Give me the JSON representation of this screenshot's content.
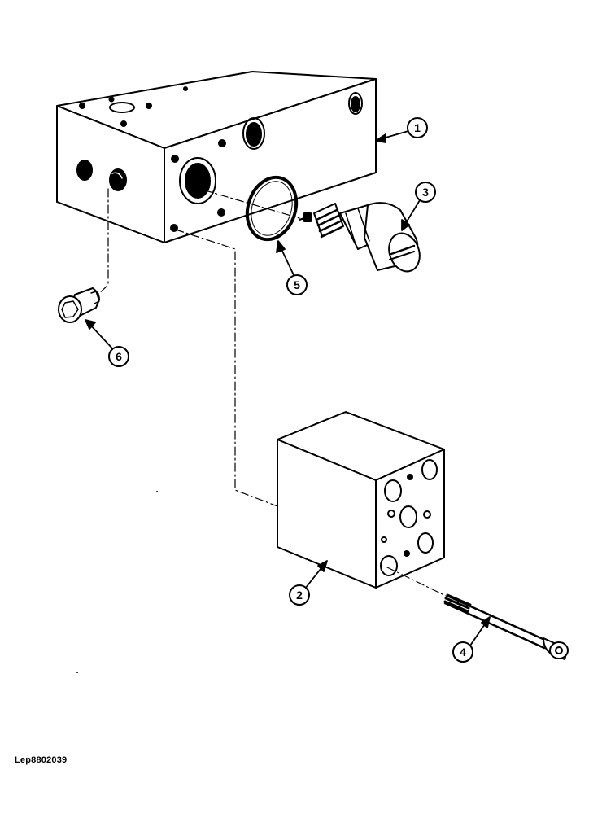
{
  "figure": {
    "reference_code": "Lep8802039"
  },
  "callouts": [
    {
      "label": "1",
      "part": "valve-body"
    },
    {
      "label": "2",
      "part": "block"
    },
    {
      "label": "3",
      "part": "relief-cartridge"
    },
    {
      "label": "4",
      "part": "bolt"
    },
    {
      "label": "5",
      "part": "o-ring"
    },
    {
      "label": "6",
      "part": "plug"
    }
  ],
  "colors": {
    "ink": "#000000",
    "paper": "#ffffff"
  }
}
